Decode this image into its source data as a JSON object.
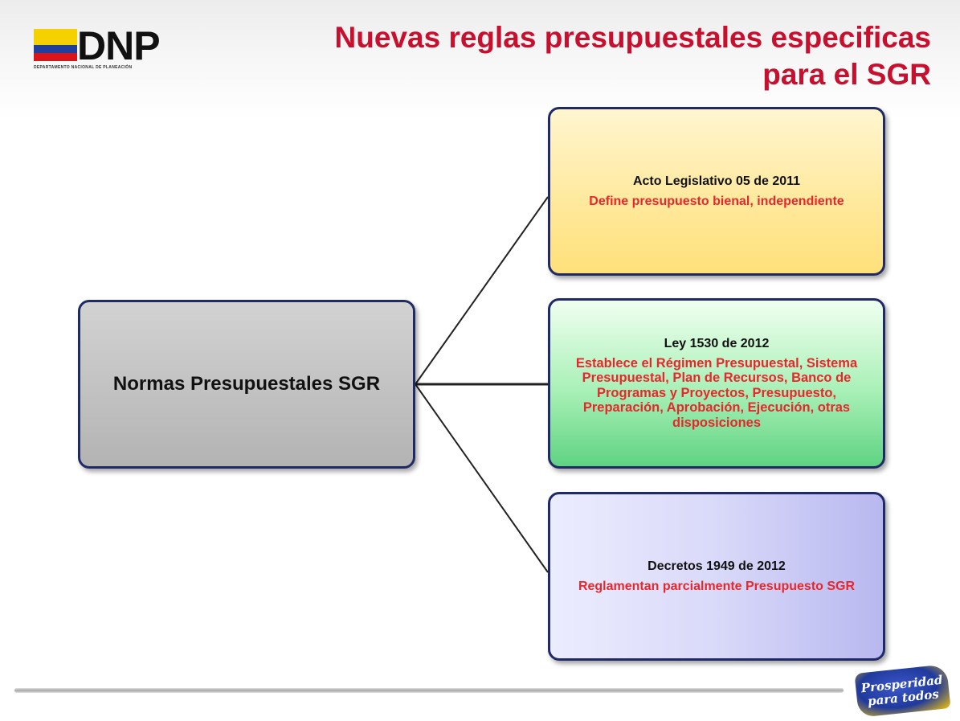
{
  "header": {
    "logo_text": "DNP",
    "logo_subtext": "DEPARTAMENTO NACIONAL DE PLANEACIÓN",
    "title_line1": "Nuevas reglas presupuestales especificas",
    "title_line2": "para el SGR"
  },
  "diagram": {
    "root": {
      "label": "Normas Presupuestales SGR"
    },
    "children": [
      {
        "title": "Acto Legislativo 05 de 2011",
        "description": "Define presupuesto bienal, independiente"
      },
      {
        "title": "Ley 1530 de 2012",
        "description": "Establece el Régimen Presupuestal, Sistema Presupuestal, Plan de Recursos, Banco de Programas y Proyectos, Presupuesto, Preparación, Aprobación, Ejecución, otras disposiciones"
      },
      {
        "title": "Decretos 1949 de 2012",
        "description": "Reglamentan parcialmente Presupuesto SGR"
      }
    ]
  },
  "footer": {
    "badge_line1": "Prosperidad",
    "badge_line2": "para todos"
  },
  "colors": {
    "title": "#c8102e",
    "description_text": "#e8272c",
    "box_border": "#1f2a66",
    "root_fill": "#c3c3c3",
    "box1_fill": "#ffe89a",
    "box2_fill": "#7ee096",
    "box3_fill": "#d9d9f9"
  }
}
